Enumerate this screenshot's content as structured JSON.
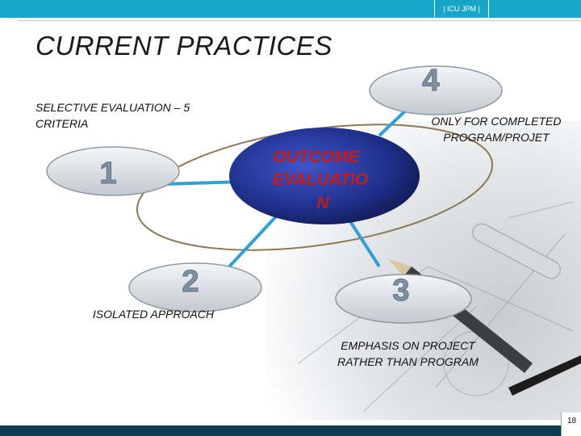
{
  "header": {
    "tag": "| ICU JPM |"
  },
  "slide": {
    "title": "CURRENT PRACTICES",
    "page_number": "18"
  },
  "diagram": {
    "center_label": "OUTCOME EVALUATIO N",
    "center_lines": [
      "OUTCOME",
      "EVALUATIO",
      "N"
    ],
    "nodes": [
      {
        "number": "1",
        "caption": "SELECTIVE EVALUATION – 5 CRITERIA"
      },
      {
        "number": "2",
        "caption": "ISOLATED APPROACH"
      },
      {
        "number": "3",
        "caption": "EMPHASIS ON PROJECT RATHER THAN PROGRAM"
      },
      {
        "number": "4",
        "caption": "ONLY FOR COMPLETED PROGRAM/PROJET"
      }
    ]
  },
  "colors": {
    "topbar": "#17a6c7",
    "bottombar": "#0e3a52",
    "center_fill": "#1e2f8a",
    "center_text": "#c41b1b",
    "number_fill": "#7f93a6",
    "connector": "#2f9fd8",
    "ring": "#8a7a55"
  }
}
